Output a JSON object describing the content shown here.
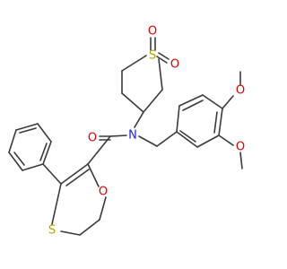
{
  "atom_colors": {
    "S": "#b5a000",
    "O": "#e00000",
    "N": "#2020e0",
    "C": "#3a3a3a"
  },
  "atom_labels": {
    "sulfone_S": "S",
    "sulfone_O_top": "O",
    "sulfone_O_right": "O",
    "amide_N": "N",
    "amide_O": "O",
    "methoxy_O_top": "O",
    "methoxy_O_bottom": "O",
    "ring_O": "O",
    "ring_S": "S"
  }
}
